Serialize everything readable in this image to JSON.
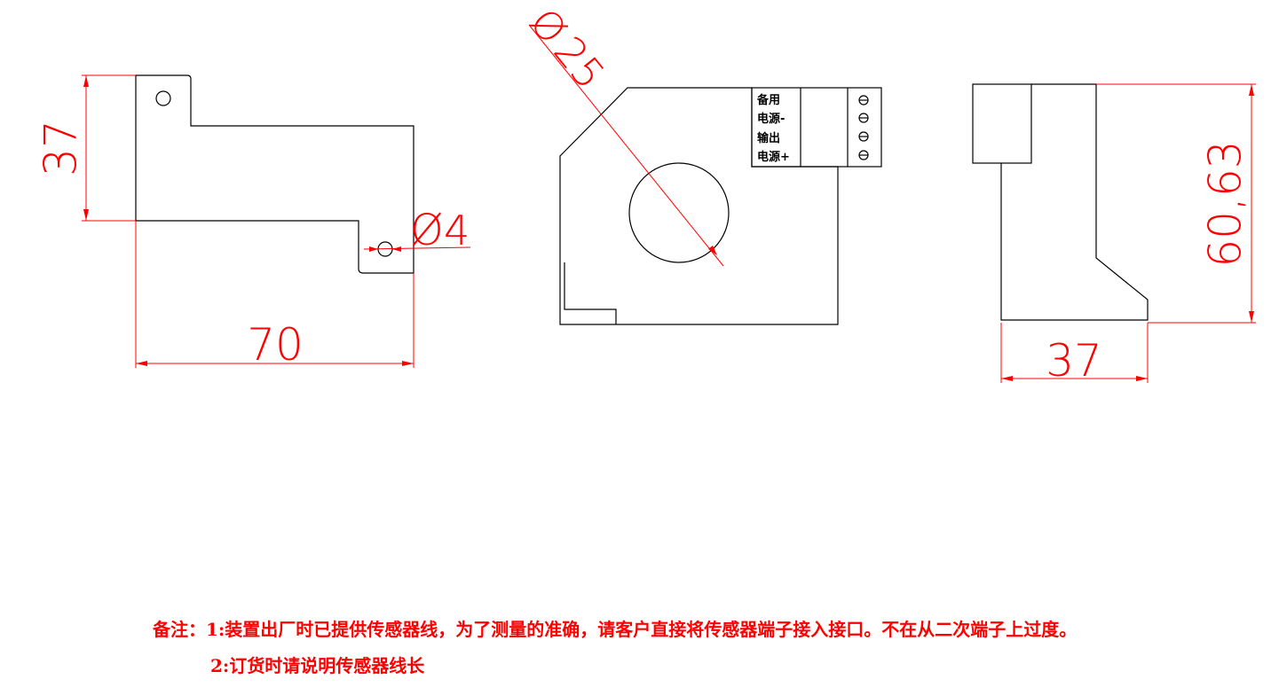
{
  "drawing": {
    "front_view": {
      "height_dim": "37",
      "width_dim": "70",
      "hole_dim": "Ø4",
      "hole_symbol": "Ø",
      "hole_value": "4"
    },
    "center_view": {
      "diameter_symbol": "Ø",
      "diameter_value": "25",
      "terminal_labels": [
        "备用",
        "电源-",
        "输出",
        "电源+"
      ]
    },
    "side_view": {
      "height_dim": "60,63",
      "width_dim": "37"
    },
    "colors": {
      "dimension": "#ff0000",
      "outline": "#000000"
    }
  },
  "notes": {
    "line1": "备注：1:装置出厂时已提供传感器线，为了测量的准确，请客户直接将传感器端子接入接口。不在从二次端子上过度。",
    "line2": "2:订货时请说明传感器线长"
  }
}
